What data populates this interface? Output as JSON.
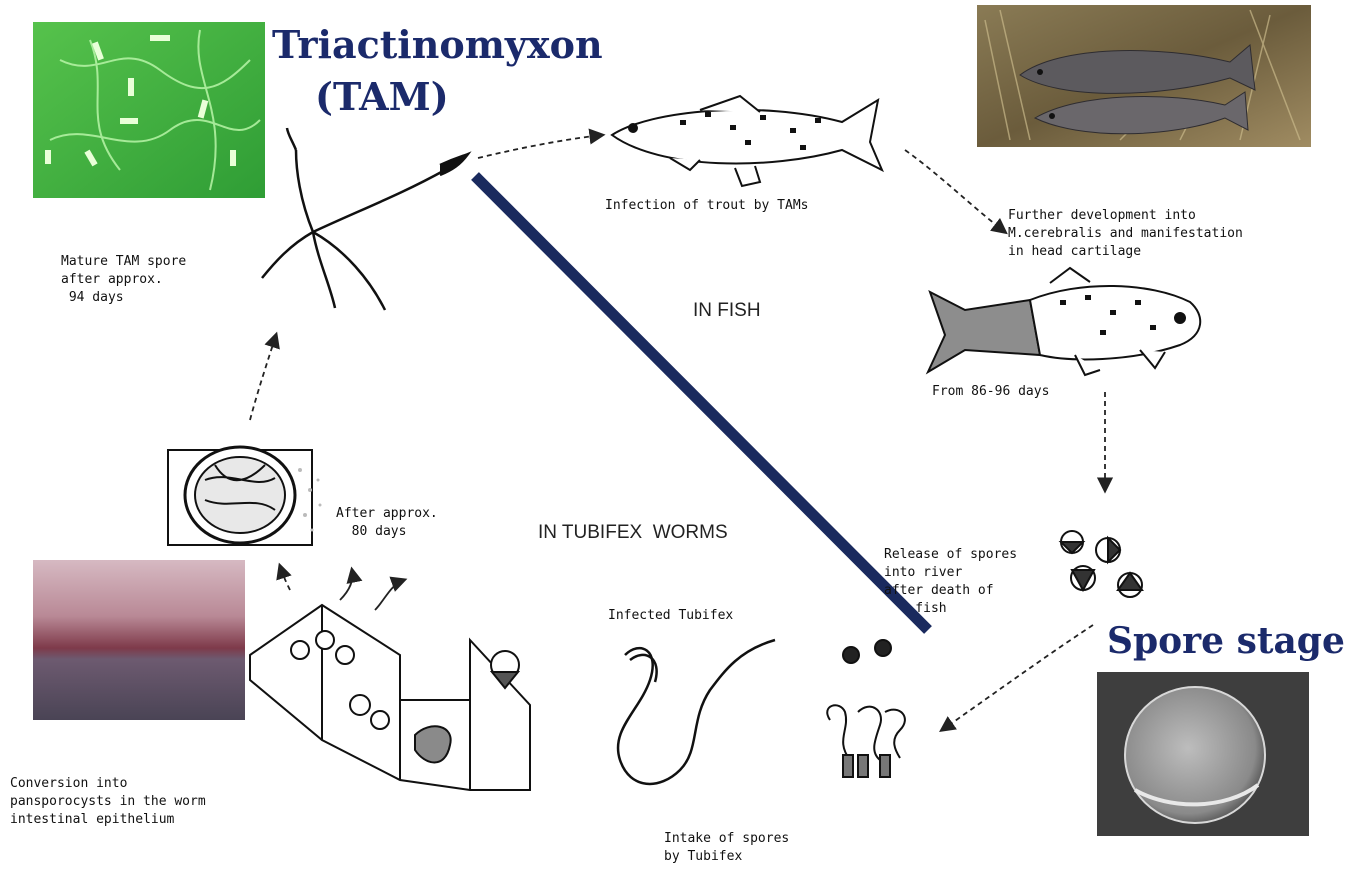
{
  "titles": {
    "tam": "Triactinomyxon",
    "tam_abbr": "(TAM)",
    "spore_stage": "Spore stage"
  },
  "regions": {
    "fish": "IN FISH",
    "tubifex": "IN TUBIFEX  WORMS"
  },
  "labels": {
    "mature_tam": [
      "Mature TAM spore",
      "after approx.",
      " 94 days"
    ],
    "infection": "Infection of trout by TAMs",
    "further_dev": [
      "Further development into",
      "M.cerebralis and manifestation",
      "in head cartilage"
    ],
    "days_86_96": "From 86-96 days",
    "release": [
      "Release of spores",
      "into river",
      "after death of",
      "    fish"
    ],
    "after_80": [
      "After approx.",
      "  80 days"
    ],
    "infected_tubifex": "Infected Tubifex",
    "conversion": [
      "Conversion into",
      "pansporocysts in the worm",
      "intestinal epithelium"
    ],
    "intake": [
      "Intake of spores",
      "by Tubifex"
    ]
  },
  "colors": {
    "title_blue": "#1b2a6b",
    "divider_navy": "#1a2a5e",
    "micrograph_green": "#3fb23a",
    "tissue_pink": "#b07a86"
  },
  "icons": [
    "tam-spore-icon",
    "trout-icon",
    "infected-trout-icon",
    "free-spores-icon",
    "tubifex-worm-icon",
    "pansporocyst-icon",
    "epithelium-icon"
  ]
}
